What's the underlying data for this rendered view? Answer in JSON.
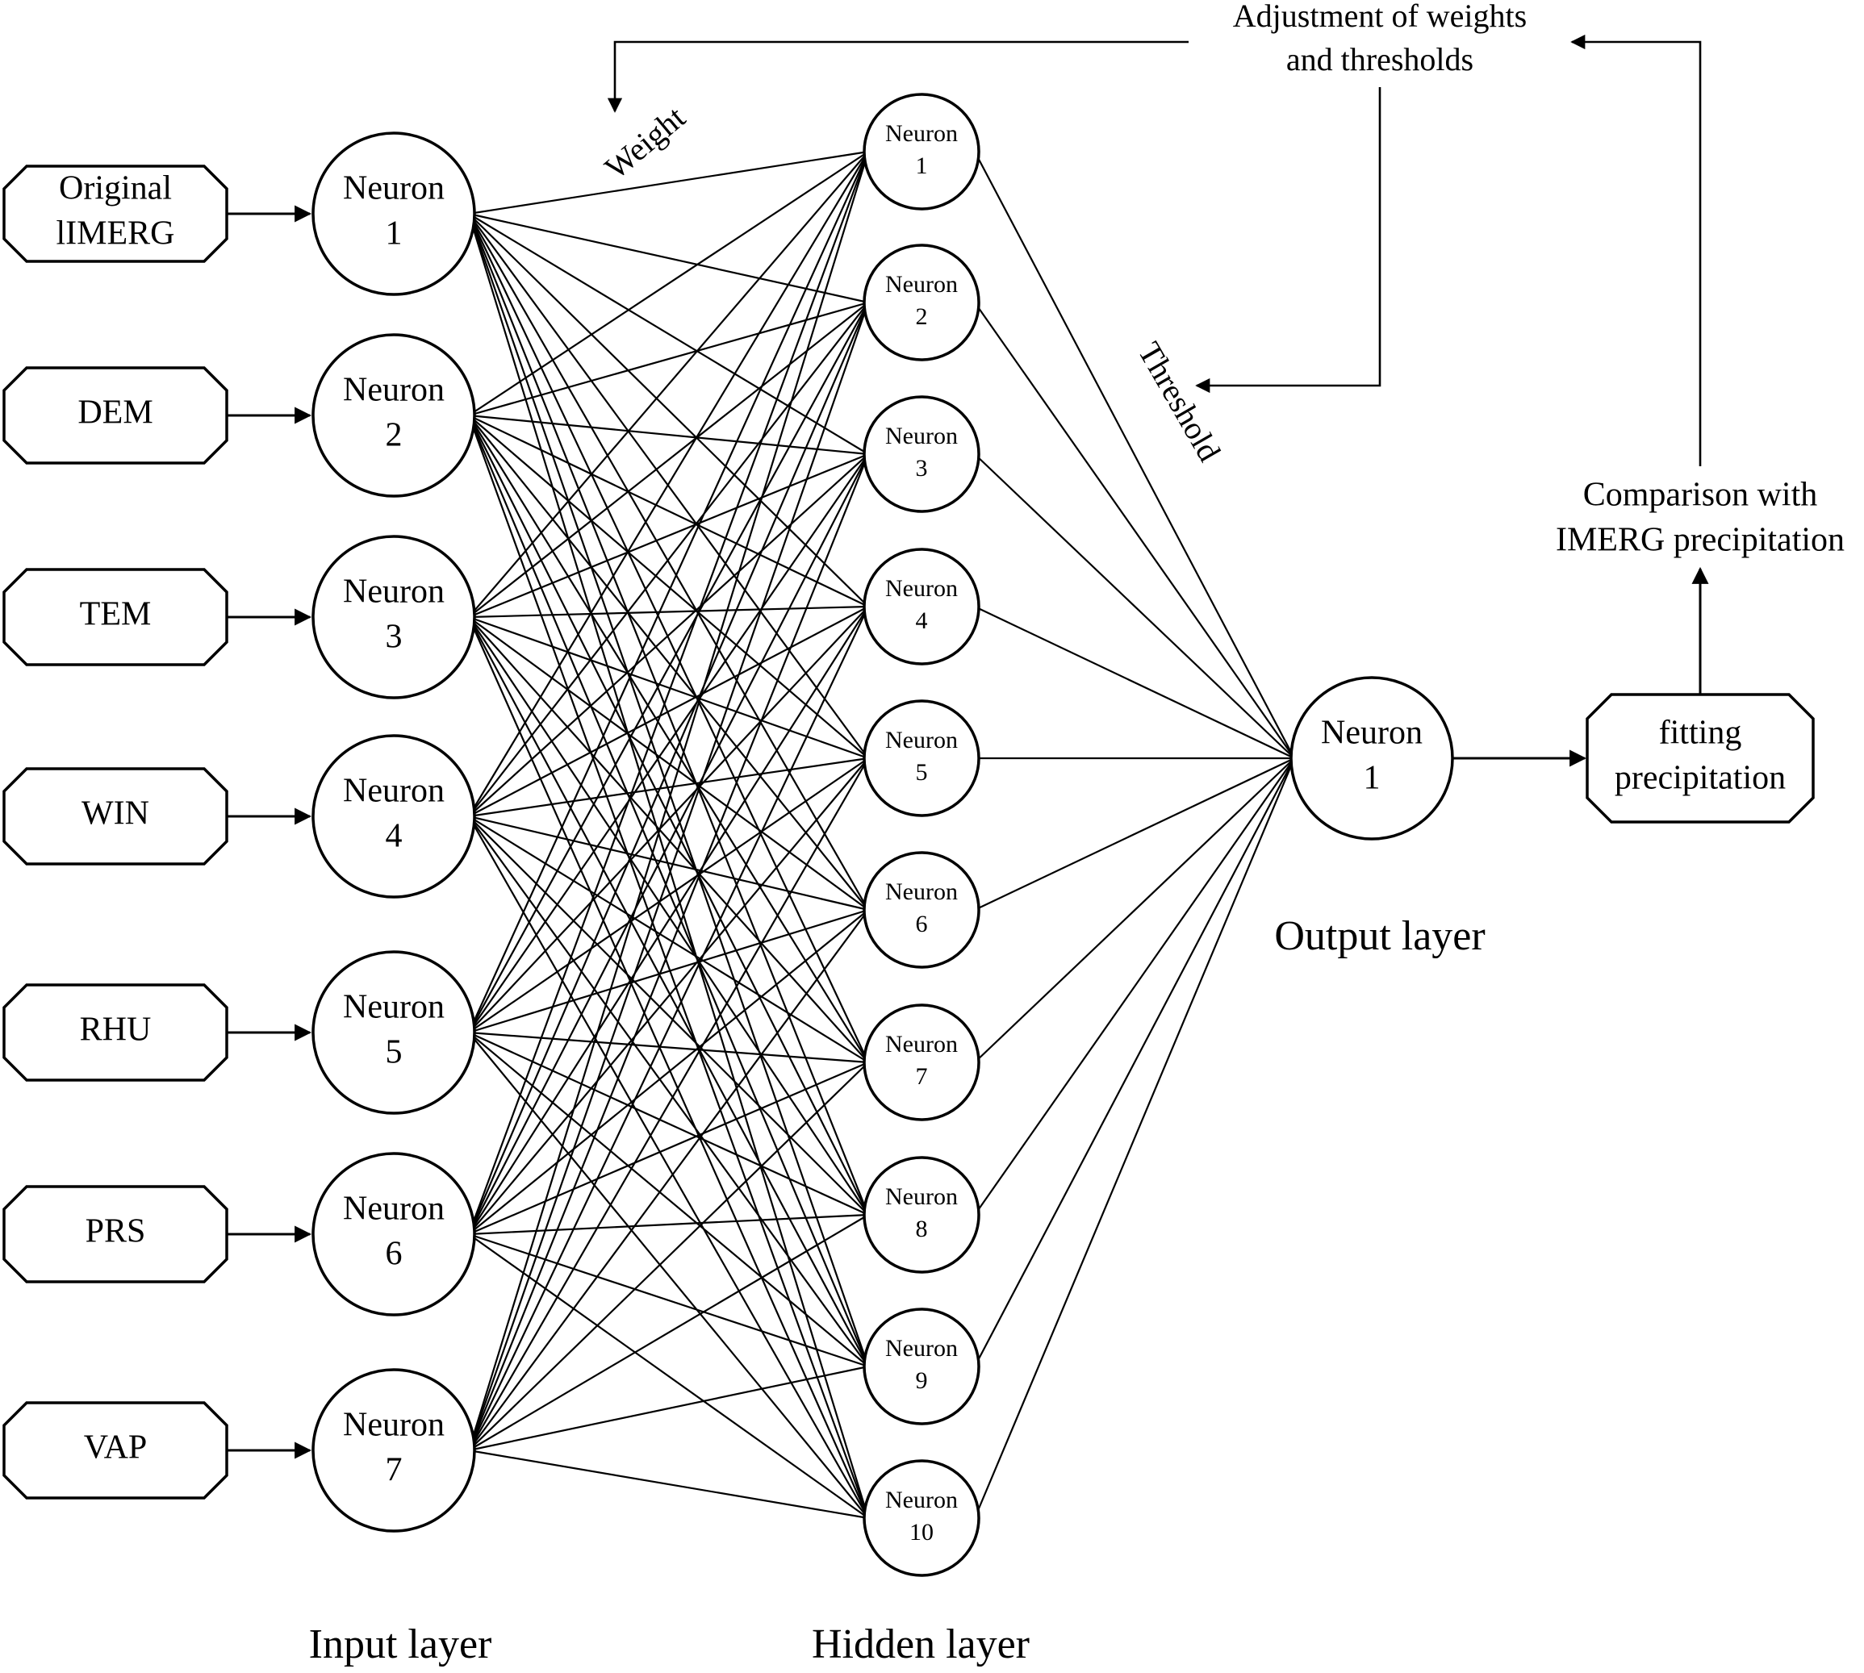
{
  "inputs": [
    "Original lIMERG",
    "DEM",
    "TEM",
    "WIN",
    "RHU",
    "PRS",
    "VAP"
  ],
  "neuron_word": "Neuron",
  "input_neurons": [
    "1",
    "2",
    "3",
    "4",
    "5",
    "6",
    "7"
  ],
  "hidden_neurons": [
    "1",
    "2",
    "3",
    "4",
    "5",
    "6",
    "7",
    "8",
    "9",
    "10"
  ],
  "output_neurons": [
    "1"
  ],
  "output_box": [
    "fitting",
    "precipitation"
  ],
  "comparison": [
    "Comparison with",
    "IMERG precipitation"
  ],
  "adjustment": [
    "Adjustment of weights",
    "and thresholds"
  ],
  "weight_label": "Weight",
  "threshold_label": "Threshold",
  "layers": {
    "input": "Input layer",
    "hidden": "Hidden layer",
    "output": "Output layer"
  }
}
